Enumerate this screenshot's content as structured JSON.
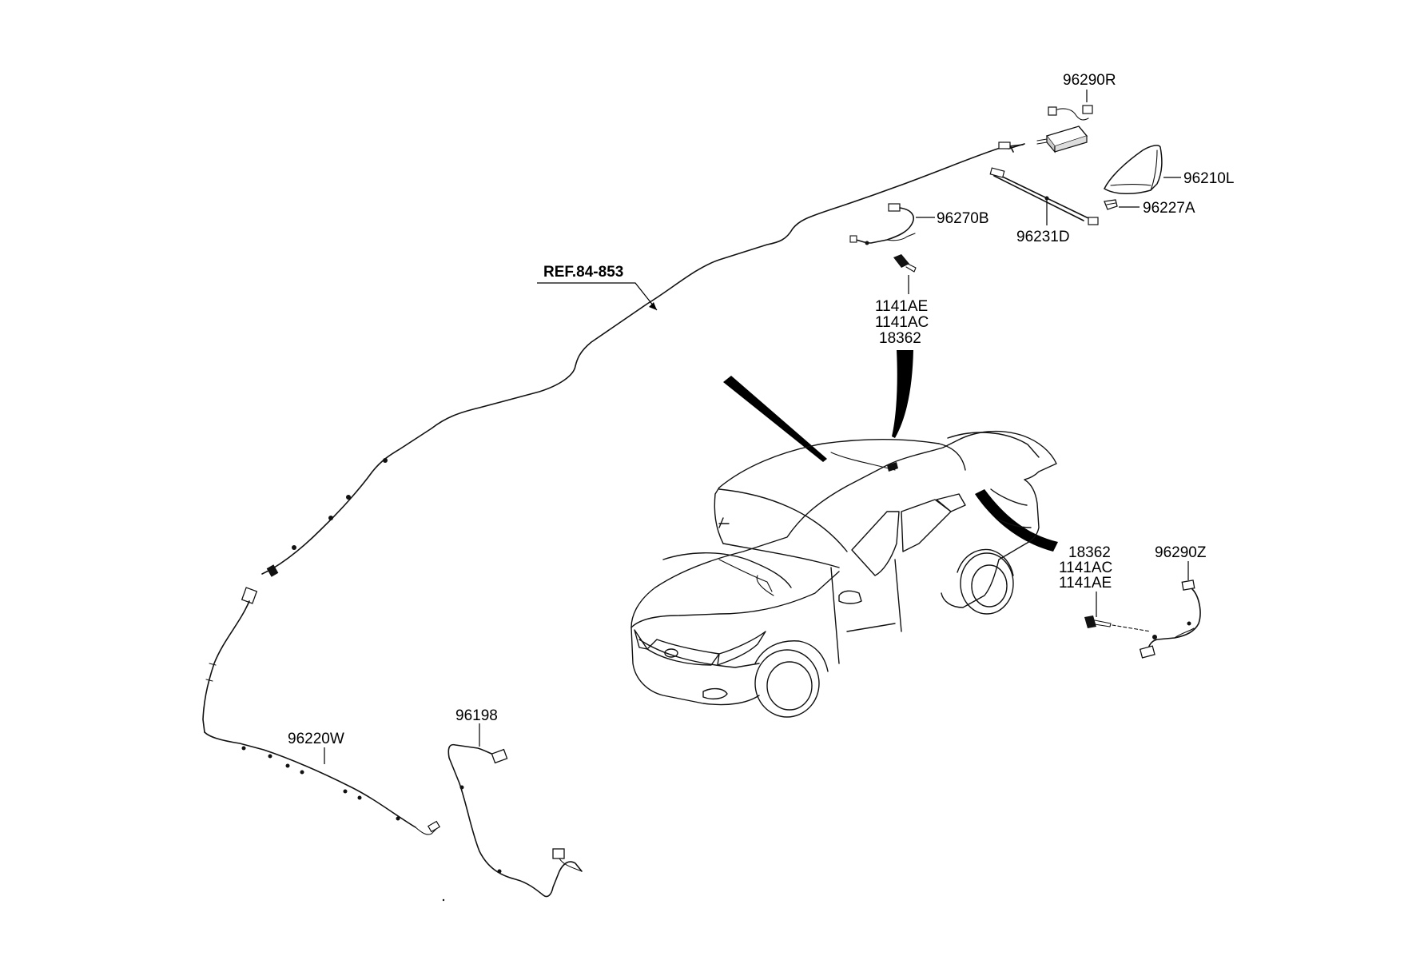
{
  "labels": {
    "p96290R": "96290R",
    "p96210L": "96210L",
    "p96227A": "96227A",
    "p96231D": "96231D",
    "p96270B": "96270B",
    "p1141AE_top": "1141AE",
    "p1141AC_top": "1141AC",
    "p18362_top": "18362",
    "ref": "REF.84-853",
    "p18362_right": "18362",
    "p1141AC_right": "1141AC",
    "p1141AE_right": "1141AE",
    "p96290Z": "96290Z",
    "p96198": "96198",
    "p96220W": "96220W"
  },
  "icons": {
    "vehicle": "sedan-car-icon",
    "shark_fin_antenna": "shark-fin-antenna-icon",
    "bolt": "bolt-icon"
  },
  "colors": {
    "line": "#111111",
    "background": "#ffffff"
  }
}
